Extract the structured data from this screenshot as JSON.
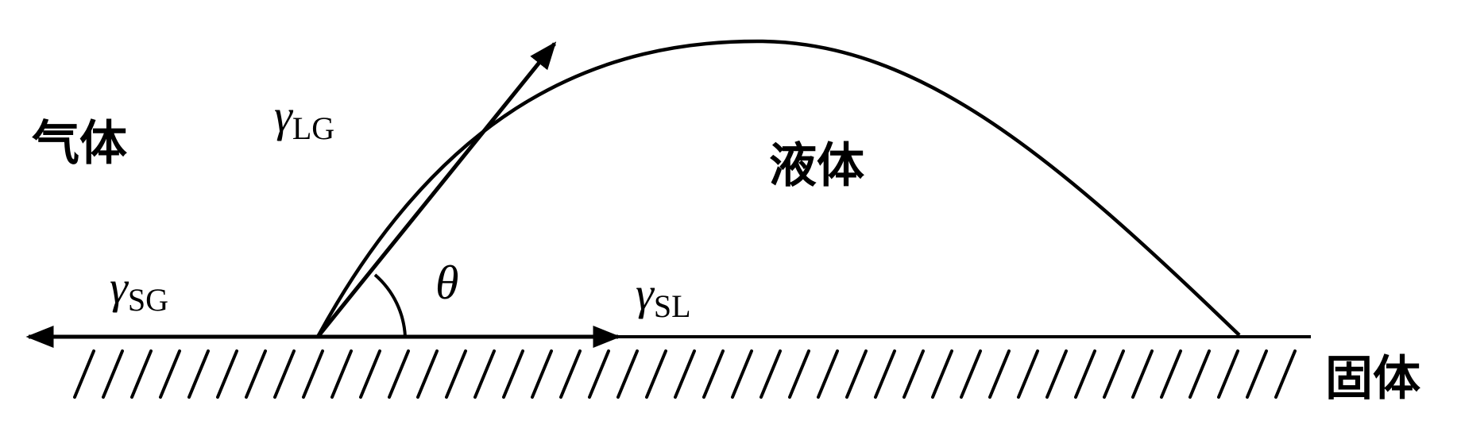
{
  "labels": {
    "gas": "气体",
    "liquid": "液体",
    "solid": "固体",
    "gamma_lg": {
      "symbol": "γ",
      "sub": "LG"
    },
    "gamma_sg": {
      "symbol": "γ",
      "sub": "SG"
    },
    "gamma_sl": {
      "symbol": "γ",
      "sub": "SL"
    },
    "theta": "θ"
  },
  "colors": {
    "line": "#000000",
    "background": "#ffffff"
  }
}
